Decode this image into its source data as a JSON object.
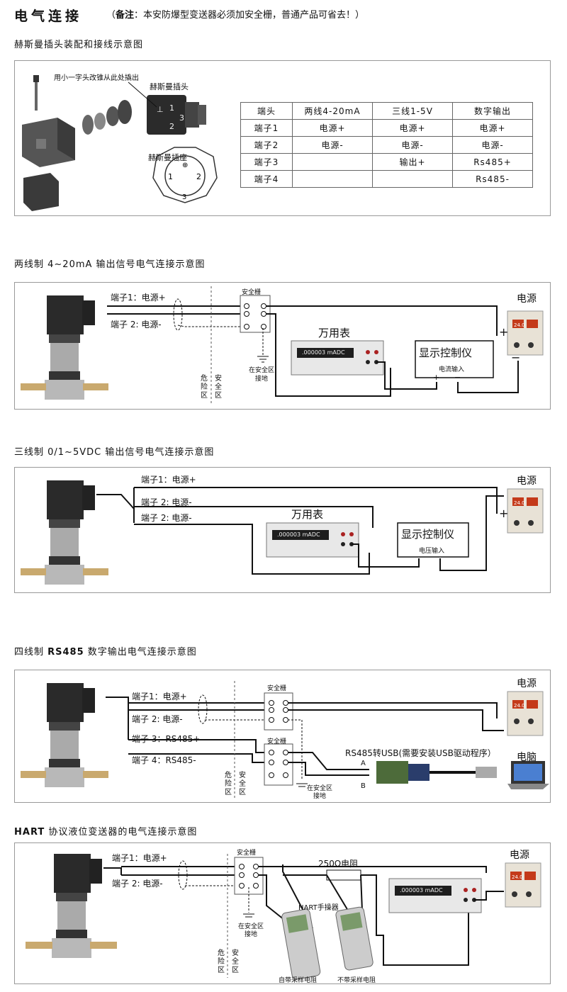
{
  "header": {
    "title": "电气连接",
    "note_open": "（",
    "note_bold": "备注",
    "note_text": "：本安防爆型变送器必须加安全栅，普通产品可省去！）"
  },
  "sections": {
    "s1": "赫斯曼插头装配和接线示意图",
    "s2": "两线制 4~20mA 输出信号电气连接示意图",
    "s3": "三线制 0/1~5VDC 输出信号电气连接示意图",
    "s4_pre": "四线制 ",
    "s4_bold": "RS485",
    "s4_post": " 数字输出电气连接示意图",
    "s5_bold": "HART",
    "s5_post": " 协议液位变送器的电气连接示意图"
  },
  "hirschmann": {
    "screw_note": "用小一字头改锥从此处撬出",
    "plug_label": "赫斯曼插头",
    "socket_label": "赫斯曼插座",
    "table": {
      "headers": [
        "端头",
        "两线4-20mA",
        "三线1-5V",
        "数字输出"
      ],
      "rows": [
        [
          "端子1",
          "电源+",
          "电源+",
          "电源+"
        ],
        [
          "端子2",
          "电源-",
          "电源-",
          "电源-"
        ],
        [
          "端子3",
          "",
          "输出+",
          "Rs485+"
        ],
        [
          "端子4",
          "",
          "",
          "Rs485-"
        ]
      ]
    }
  },
  "labels": {
    "t1_power_plus": "端子1：电源+",
    "t2_power_minus": "端子 2: 电源-",
    "t3_rs485_plus": "端子 3：RS485+",
    "t4_rs485_minus": "端子 4：RS485-",
    "safety_barrier": "安全栅",
    "multimeter": "万用表",
    "display_controller": "显示控制仪",
    "current_input": "电流输入",
    "voltage_input": "电压输入",
    "power_supply": "电源",
    "danger_zone": "危\n险\n区",
    "safe_zone": "安\n全\n区",
    "ground_safe": "在安全区\n接地",
    "rs485_usb": "RS485转USB(需要安装USB驱动程序）",
    "computer": "电脑",
    "line_a": "A",
    "line_b": "B",
    "resistor": "250Ω电阻",
    "hart_handheld": "HART手操器",
    "with_resistor": "自带采样电阻",
    "without_resistor": "不带采样电阻",
    "plus": "+",
    "minus": "−",
    "meter_display": ".000003 mADC",
    "psu_digits": "24.0"
  },
  "colors": {
    "line": "#111111",
    "border": "#999999",
    "device_dark": "#2a2a2a",
    "steel": "#b8b8b8",
    "psu_digit_bg": "#c43a1a"
  }
}
